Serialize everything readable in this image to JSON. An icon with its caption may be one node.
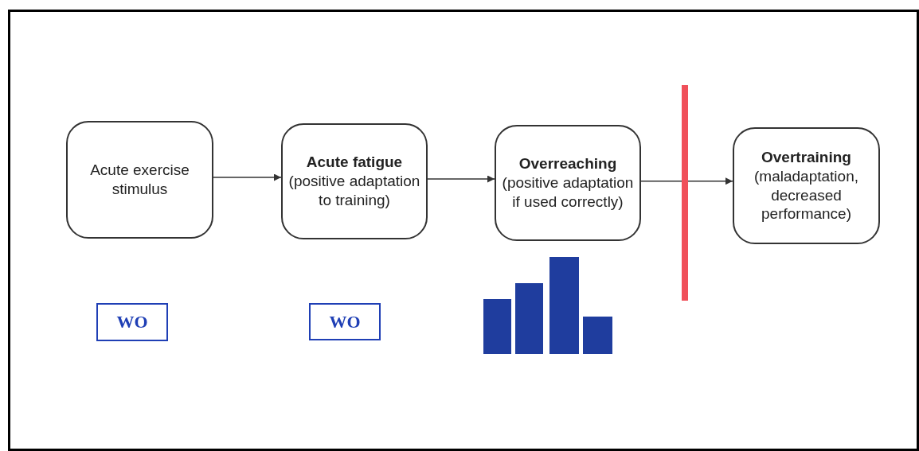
{
  "diagram": {
    "nodes": [
      {
        "text": [
          "Acute exercise stimulus"
        ]
      },
      {
        "text": [
          "Acute fatigue",
          "(positive adaptation to training)"
        ]
      },
      {
        "text": [
          "Overreaching",
          "(positive adaptation if used correctly)"
        ]
      },
      {
        "text": [
          "Overtraining",
          "(maladaptation, decreased performance)"
        ]
      },
      {
        "text": [
          "WO"
        ]
      },
      {
        "text": [
          "WO"
        ]
      }
    ],
    "edges": [
      {
        "from": 0,
        "to": 1,
        "arrow": "to"
      },
      {
        "from": 1,
        "to": 2,
        "arrow": "to"
      },
      {
        "from": 2,
        "to": 3,
        "arrow": "to"
      }
    ]
  }
}
